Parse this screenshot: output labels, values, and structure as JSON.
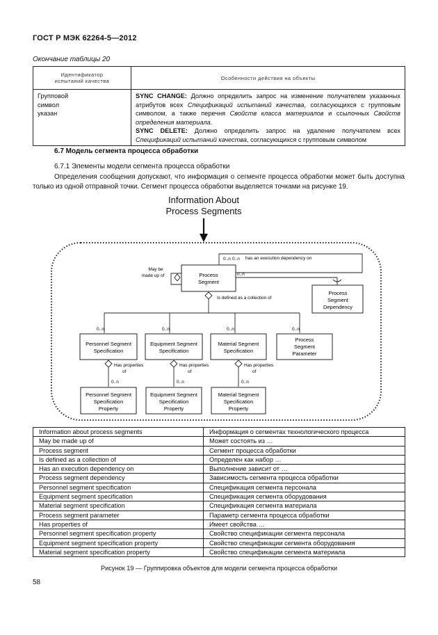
{
  "header": {
    "title": "ГОСТ Р МЭК 62264-5—2012"
  },
  "table20": {
    "caption": "Окончание таблицы 20",
    "col1_header_line1": "Идентификатор",
    "col1_header_line2": "испытаний качества",
    "col2_header": "Особенности действия на объекты",
    "row": {
      "id_line1": "Групповой",
      "id_line2": "символ",
      "id_line3": "указан",
      "change_label": "SYNC CHANGE:",
      "change_text1": " Должно определить запрос на изменение получателем указанных атрибутов всех ",
      "change_italic1": "Спецификаций испытаний качества",
      "change_text2": ", согласующихся с групповым символом, а также перечня ",
      "change_italic2": "Свойств класса материалов",
      "change_text3": " и ссылочных ",
      "change_italic3": "Свойств определения материала",
      "change_text4": ".",
      "delete_label": "SYNC DELETE:",
      "delete_text1": " Должно определить запрос на удаление получателем всех ",
      "delete_italic1": "Спецификаций испытаний качества",
      "delete_text2": ", согласующихся с групповым символом"
    }
  },
  "section": {
    "heading": "6.7 Модель сегмента процесса обработки",
    "subheading": "6.7.1 Элементы модели сегмента процесса обработки",
    "paragraph": "Определения сообщения допускают, что информация о сегменте процесса обработки может быть доступна только из одной отправной точки. Сегмент процесса обработки выделяется точками на рисунке 19."
  },
  "diagram": {
    "title_line1": "Information About",
    "title_line2": "Process Segments",
    "process_segment": [
      "Process",
      "Segment"
    ],
    "dependency": [
      "Process",
      "Segment",
      "Dependency"
    ],
    "personnel_spec": [
      "Personnel Segment",
      "Specification"
    ],
    "equipment_spec": [
      "Equipment Segment",
      "Specification"
    ],
    "material_spec": [
      "Material Segment",
      "Specification"
    ],
    "parameter": [
      "Process",
      "Segment",
      "Parameter"
    ],
    "personnel_prop": [
      "Personnel Segment",
      "Specification",
      "Property"
    ],
    "equipment_prop": [
      "Equipment Segment",
      "Specification",
      "Property"
    ],
    "material_prop": [
      "Material Segment",
      "Specification",
      "Property"
    ],
    "may_be_made_up_of": [
      "May be",
      "made up of"
    ],
    "has_execution_dependency": "has an execution dependency on",
    "is_defined_as_collection": "Is defined as a collection of",
    "has_properties_of": [
      "Has properties",
      "of"
    ],
    "mult": "0..n"
  },
  "legend": [
    {
      "en": "Information about process segments",
      "ru": "Информация о сегментах технологического процесса"
    },
    {
      "en": "May be made up of",
      "ru": "Может состоять из …"
    },
    {
      "en": "Process segment",
      "ru": "Сегмент процесса обработки"
    },
    {
      "en": "Is defined as a collection of",
      "ru": "Определен как набор …"
    },
    {
      "en": "Has an execution dependency on",
      "ru": "Выполнение зависит от …"
    },
    {
      "en": "Process segment dependency",
      "ru": "Зависимость сегмента процесса обработки"
    },
    {
      "en": "Personnel segment specification",
      "ru": "Спецификация сегмента персонала"
    },
    {
      "en": "Equipment segment specification",
      "ru": "Спецификация сегмента оборудования"
    },
    {
      "en": "Material segment specification",
      "ru": "Спецификация сегмента материала"
    },
    {
      "en": "Process segment parameter",
      "ru": "Параметр сегмента процесса обработки"
    },
    {
      "en": "Has properties of",
      "ru": "Имеет свойства …"
    },
    {
      "en": "Personnel segment specification property",
      "ru": "Свойство спецификации сегмента персонала"
    },
    {
      "en": "Equipment segment specification property",
      "ru": "Свойство спецификации сегмента оборудования"
    },
    {
      "en": "Material segment specification property",
      "ru": "Свойство спецификации сегмента материала"
    }
  ],
  "figure_caption": "Рисунок 19 — Группировка объектов для модели сегмента процесса обработки",
  "page_number": "58"
}
